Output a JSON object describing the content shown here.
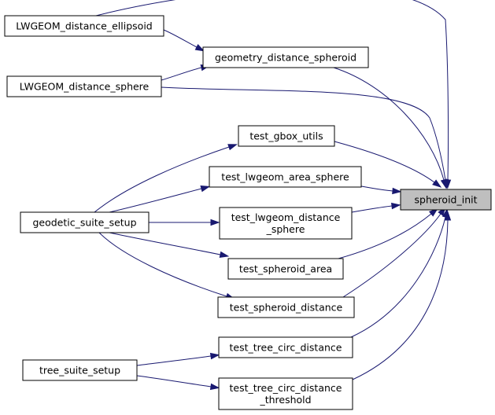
{
  "graph": {
    "nodes": [
      {
        "id": "spheroid_init",
        "lines": [
          "spheroid_init"
        ],
        "selected": true
      },
      {
        "id": "LWGEOM_distance_ellipsoid",
        "lines": [
          "LWGEOM_distance_ellipsoid"
        ]
      },
      {
        "id": "geometry_distance_spheroid",
        "lines": [
          "geometry_distance_spheroid"
        ]
      },
      {
        "id": "LWGEOM_distance_sphere",
        "lines": [
          "LWGEOM_distance_sphere"
        ]
      },
      {
        "id": "test_gbox_utils",
        "lines": [
          "test_gbox_utils"
        ]
      },
      {
        "id": "test_lwgeom_area_sphere",
        "lines": [
          "test_lwgeom_area_sphere"
        ]
      },
      {
        "id": "geodetic_suite_setup",
        "lines": [
          "geodetic_suite_setup"
        ]
      },
      {
        "id": "test_lwgeom_distance_sphere",
        "lines": [
          "test_lwgeom_distance",
          "_sphere"
        ]
      },
      {
        "id": "test_spheroid_area",
        "lines": [
          "test_spheroid_area"
        ]
      },
      {
        "id": "test_spheroid_distance",
        "lines": [
          "test_spheroid_distance"
        ]
      },
      {
        "id": "test_tree_circ_distance",
        "lines": [
          "test_tree_circ_distance"
        ]
      },
      {
        "id": "tree_suite_setup",
        "lines": [
          "tree_suite_setup"
        ]
      },
      {
        "id": "test_tree_circ_distance_threshold",
        "lines": [
          "test_tree_circ_distance",
          "_threshold"
        ]
      }
    ],
    "edges": [
      {
        "from": "LWGEOM_distance_ellipsoid",
        "to": "spheroid_init"
      },
      {
        "from": "LWGEOM_distance_ellipsoid",
        "to": "geometry_distance_spheroid"
      },
      {
        "from": "geometry_distance_spheroid",
        "to": "spheroid_init"
      },
      {
        "from": "LWGEOM_distance_sphere",
        "to": "geometry_distance_spheroid"
      },
      {
        "from": "LWGEOM_distance_sphere",
        "to": "spheroid_init"
      },
      {
        "from": "test_gbox_utils",
        "to": "spheroid_init"
      },
      {
        "from": "geodetic_suite_setup",
        "to": "test_gbox_utils"
      },
      {
        "from": "test_lwgeom_area_sphere",
        "to": "spheroid_init"
      },
      {
        "from": "geodetic_suite_setup",
        "to": "test_lwgeom_area_sphere"
      },
      {
        "from": "test_lwgeom_distance_sphere",
        "to": "spheroid_init"
      },
      {
        "from": "geodetic_suite_setup",
        "to": "test_lwgeom_distance_sphere"
      },
      {
        "from": "test_spheroid_area",
        "to": "spheroid_init"
      },
      {
        "from": "geodetic_suite_setup",
        "to": "test_spheroid_area"
      },
      {
        "from": "test_spheroid_distance",
        "to": "spheroid_init"
      },
      {
        "from": "geodetic_suite_setup",
        "to": "test_spheroid_distance"
      },
      {
        "from": "test_tree_circ_distance",
        "to": "spheroid_init"
      },
      {
        "from": "tree_suite_setup",
        "to": "test_tree_circ_distance"
      },
      {
        "from": "test_tree_circ_distance_threshold",
        "to": "spheroid_init"
      },
      {
        "from": "tree_suite_setup",
        "to": "test_tree_circ_distance_threshold"
      }
    ],
    "colors": {
      "edge": "#191970",
      "selected_fill": "#bfbfbf",
      "node_fill": "#ffffff",
      "border": "#000000"
    }
  }
}
